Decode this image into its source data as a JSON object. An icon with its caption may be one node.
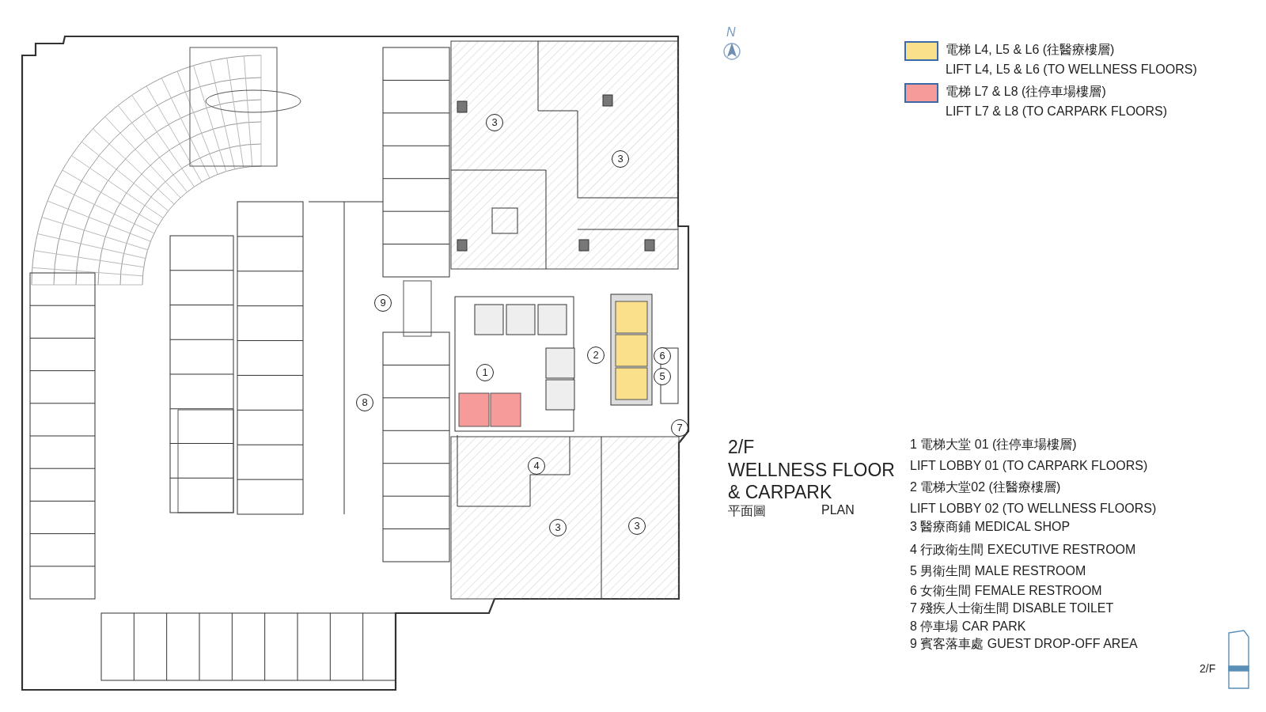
{
  "diagram": {
    "title": "WELLNESS FLOOR & CARPARK",
    "labels": [
      "N",
      "3",
      "3",
      "9",
      "2",
      "6",
      "1",
      "5",
      "8",
      "7",
      "4",
      "3",
      "3",
      "2/F",
      "平面圖",
      "PLAN",
      "1 電梯大堂 01 (往停車場樓層) LIFT LOBBY 01  (TO CARPARK FLOORS)",
      "2 電梯大堂02 (往醫療樓層) LIFT LOBBY 02 (TO WELLNESS FLOORS)",
      "3 醫療商鋪 MEDICAL SHOP",
      "4 行政衛生間 EXECUTIVE RESTROOM",
      "5 男衛生間 MALE RESTROOM",
      "6 女衛生間 FEMALE RESTROOM",
      "7 殘疾人士衛生間 DISABLE TOILET",
      "8 停車場 CAR PARK",
      "9 賓客落車處 GUEST DROP-OFF AREA",
      "2/F"
    ],
    "legend": [
      {
        "text": "電梯 L4, L5 & L6 (往醫療樓層) LIFT L4, L5 & L6 (TO WELLNESS FLOORS)",
        "color": "#fbe08c"
      },
      {
        "text": "電梯 L7 & L8 (往停車場樓層) LIFT L7 & L8 (TO CARPARK FLOORS)",
        "color": "#f79a9a"
      }
    ]
  }
}
